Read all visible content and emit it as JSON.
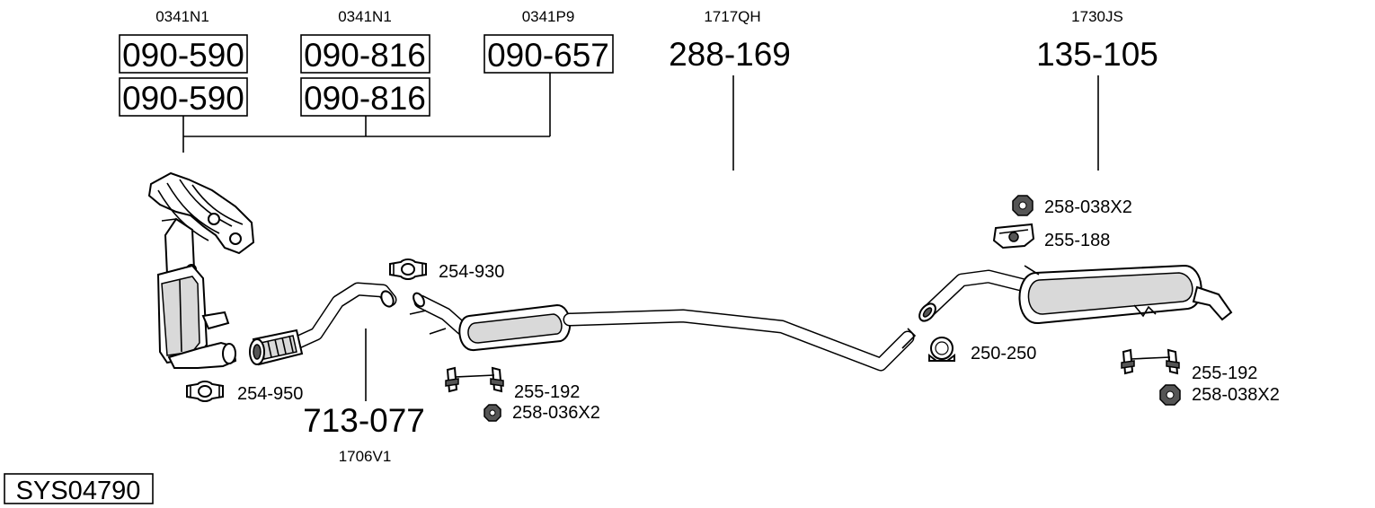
{
  "diagram_id": "SYS04790",
  "oe_codes": {
    "manifold_a": "0341N1",
    "manifold_b": "0341N1",
    "manifold_c": "0341P9",
    "front_pipe": "1706V1",
    "middle": "1717QH",
    "rear": "1730JS"
  },
  "part_numbers": {
    "manifold_a_top": "090-590",
    "manifold_a_bottom": "090-590",
    "manifold_b_top": "090-816",
    "manifold_b_bottom": "090-816",
    "manifold_c": "090-657",
    "front_pipe": "713-077",
    "middle": "288-169",
    "rear": "135-105"
  },
  "fittings": {
    "clamp_front": "254-950",
    "clamp_mid": "254-930",
    "hanger_mid": "255-192",
    "nut_mid": "258-036X2",
    "clamp_rear": "250-250",
    "nut_rear_top": "258-038X2",
    "hanger_rear_top": "255-188",
    "hanger_rear": "255-192",
    "nut_rear": "258-038X2"
  },
  "colors": {
    "ink": "#000000",
    "background": "#ffffff",
    "part_fill": "#ffffff",
    "shade": "#d9d9d9"
  }
}
